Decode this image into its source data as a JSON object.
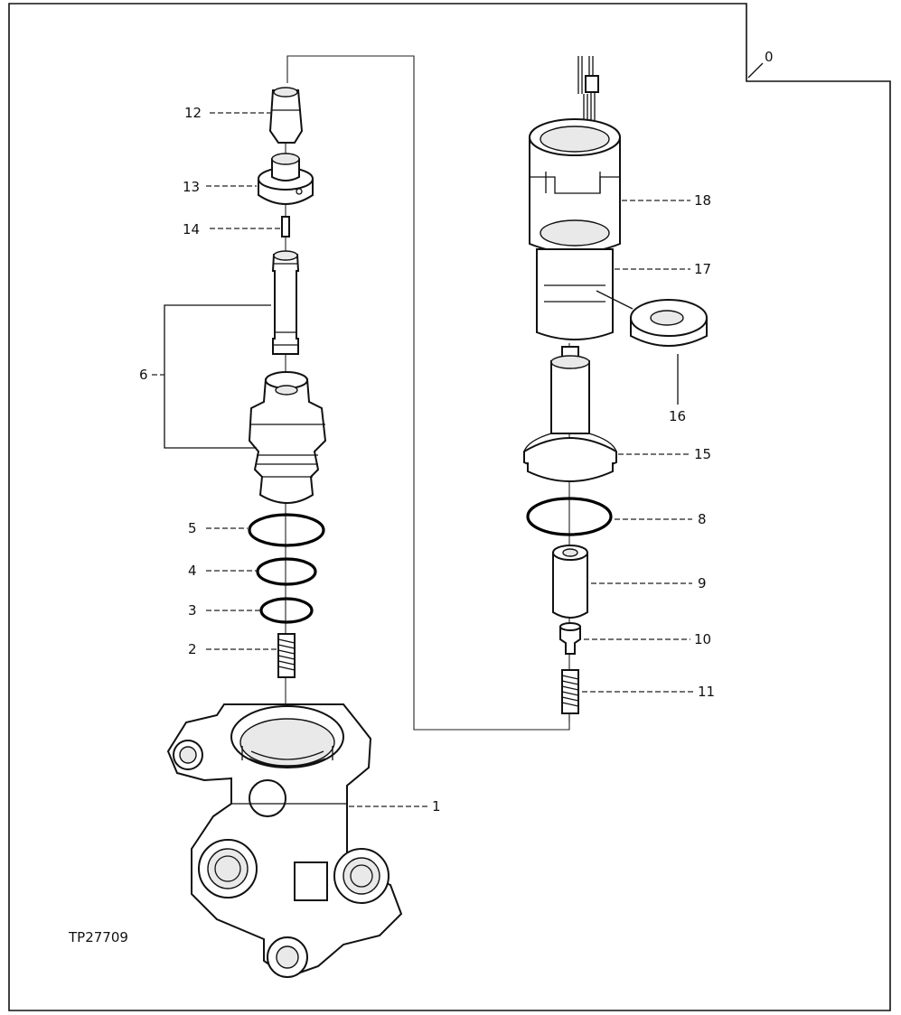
{
  "figure_id": "TP27709",
  "callouts": {
    "c0": "0",
    "c1": "1",
    "c2": "2",
    "c3": "3",
    "c4": "4",
    "c5": "5",
    "c6": "6",
    "c8": "8",
    "c9": "9",
    "c10": "10",
    "c11": "11",
    "c12": "12",
    "c13": "13",
    "c14": "14",
    "c15": "15",
    "c16": "16",
    "c17": "17",
    "c18": "18"
  }
}
